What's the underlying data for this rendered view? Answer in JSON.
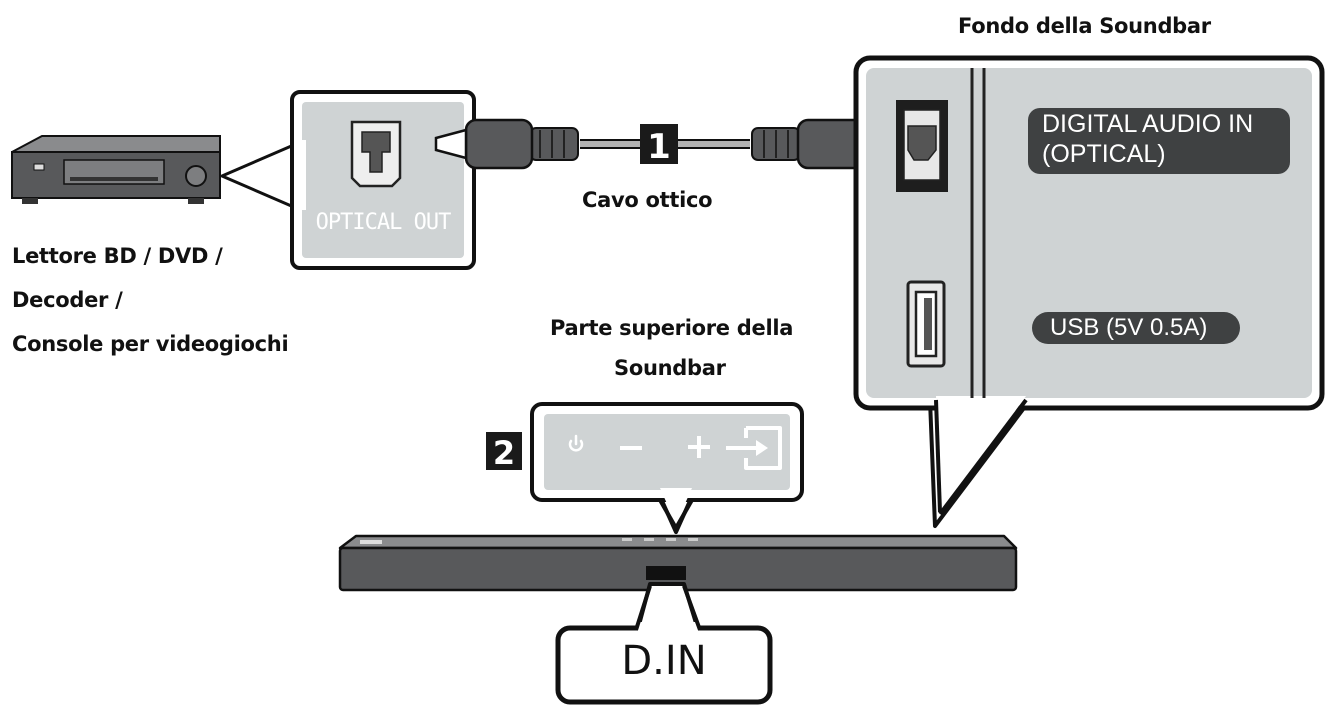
{
  "labels": {
    "soundbar_bottom": "Fondo della Soundbar",
    "optical_out": "OPTICAL OUT",
    "cable": "Cavo ottico",
    "step1": "1",
    "step2": "2",
    "player_line1": "Lettore BD / DVD /",
    "player_line2": "Decoder /",
    "player_line3": "Console per videogiochi",
    "top_line1": "Parte superiore della",
    "top_line2": "Soundbar",
    "digital_line1": "DIGITAL AUDIO IN",
    "digital_line2": "(OPTICAL)",
    "usb": "USB (5V 0.5A)",
    "din": "D.IN"
  },
  "colors": {
    "panel": "#cfd3d4",
    "device": "#58595b",
    "outline": "#111111",
    "cable": "#b4b4b4"
  },
  "icons": [
    "power-icon",
    "minus-icon",
    "plus-icon",
    "source-icon",
    "optical-port-icon",
    "usb-port-icon"
  ]
}
